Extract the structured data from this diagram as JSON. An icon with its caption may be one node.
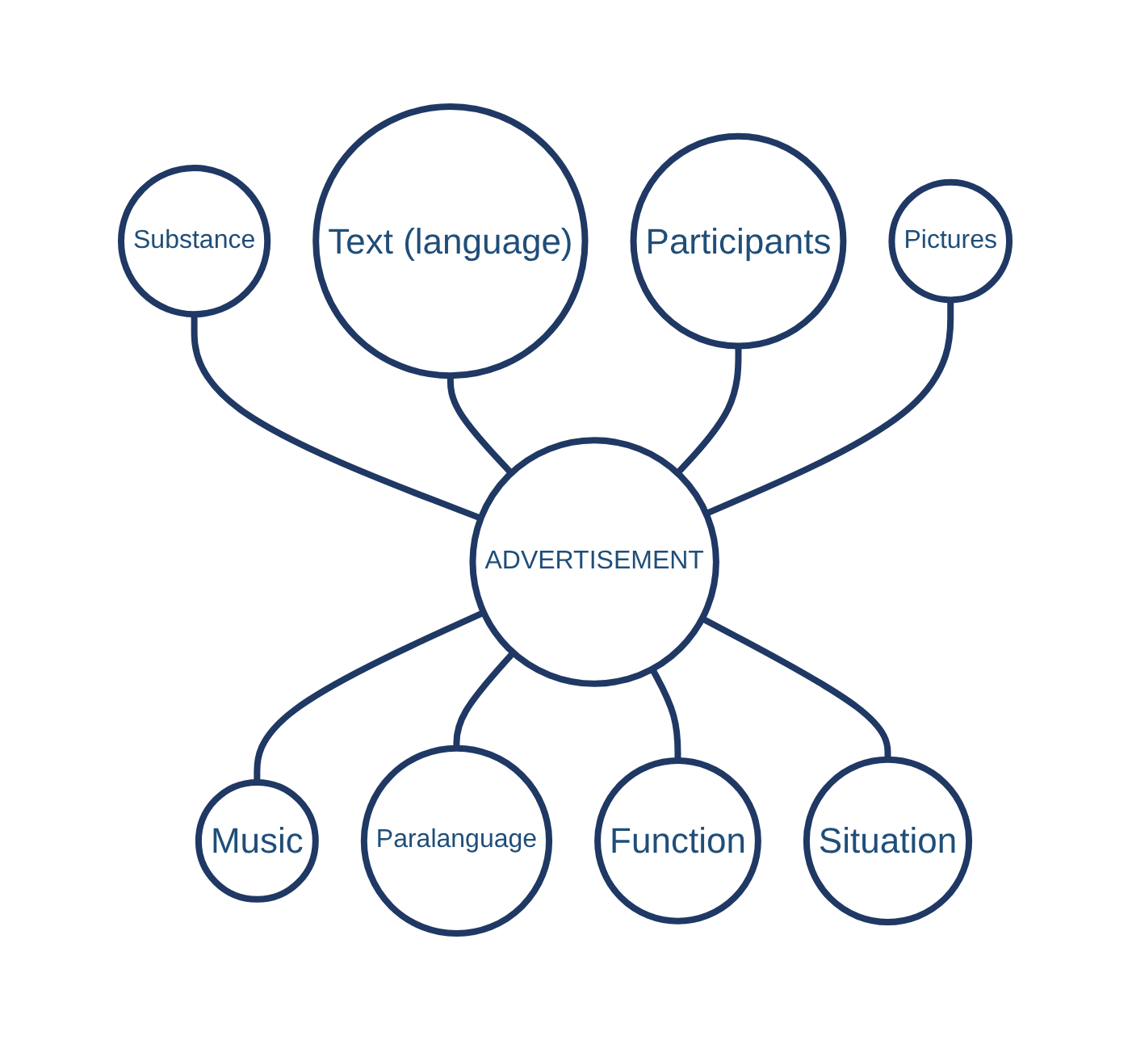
{
  "diagram": {
    "nodes": [
      {
        "text": [
          "Text (language)"
        ]
      },
      {
        "text": [
          "Substance"
        ]
      },
      {
        "text": [
          "Participants"
        ]
      },
      {
        "text": [
          "Pictures"
        ]
      },
      {
        "text": [
          "ADVERTISEMENT"
        ]
      },
      {
        "text": [
          "Music"
        ]
      },
      {
        "text": [
          "Paralanguage"
        ]
      },
      {
        "text": [
          "Situation"
        ]
      },
      {
        "text": [
          "Function"
        ]
      }
    ],
    "edges": [
      {
        "from": 1,
        "to": 4,
        "arrow": "none"
      },
      {
        "from": 0,
        "to": 4,
        "arrow": "none"
      },
      {
        "from": 2,
        "to": 4,
        "arrow": "none"
      },
      {
        "from": 3,
        "to": 4,
        "arrow": "none"
      },
      {
        "from": 4,
        "to": 5,
        "arrow": "none"
      },
      {
        "from": 4,
        "to": 6,
        "arrow": "none"
      },
      {
        "from": 4,
        "to": 8,
        "arrow": "none"
      },
      {
        "from": 4,
        "to": 7,
        "arrow": "none"
      }
    ]
  }
}
